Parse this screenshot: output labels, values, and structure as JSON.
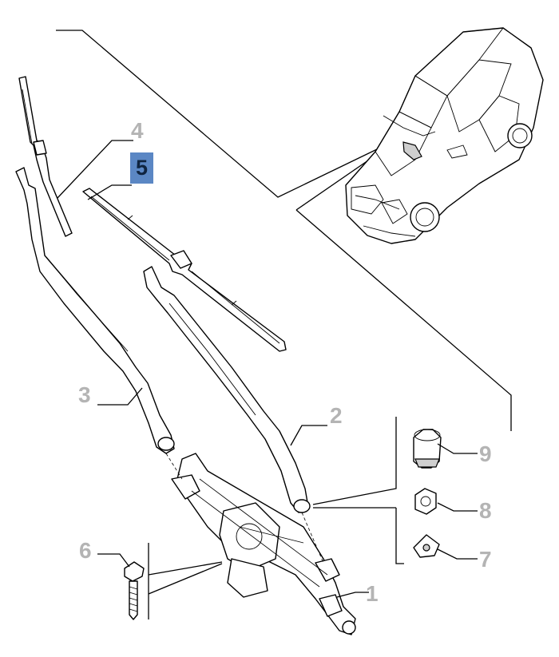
{
  "callouts": [
    {
      "id": "1",
      "label": "1",
      "active": false
    },
    {
      "id": "2",
      "label": "2",
      "active": false
    },
    {
      "id": "3",
      "label": "3",
      "active": false
    },
    {
      "id": "4",
      "label": "4",
      "active": false
    },
    {
      "id": "5",
      "label": "5",
      "active": true
    },
    {
      "id": "6",
      "label": "6",
      "active": false
    },
    {
      "id": "7",
      "label": "7",
      "active": false
    },
    {
      "id": "8",
      "label": "8",
      "active": false
    },
    {
      "id": "9",
      "label": "9",
      "active": false
    }
  ],
  "colors": {
    "highlight_bg": "#5b87c4",
    "highlight_text": "#0f2440",
    "callout_text": "#b4b4b4",
    "line": "#000000"
  }
}
